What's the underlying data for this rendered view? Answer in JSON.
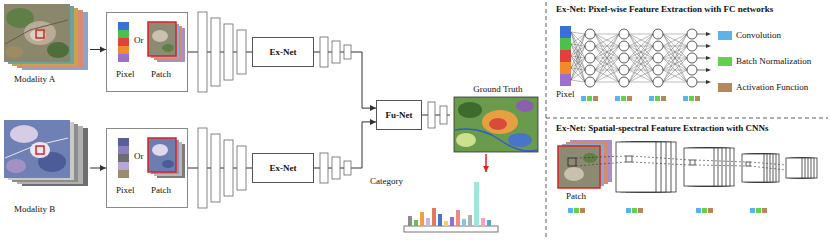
{
  "diagram": {
    "nodes": [
      {
        "text": [
          "Modality A"
        ]
      },
      {
        "text": [
          "Pixel",
          "Or",
          "Patch"
        ]
      },
      {
        "text": [
          "Ex-Net"
        ]
      },
      {
        "text": [
          "Modality B"
        ]
      },
      {
        "text": [
          "Pixel",
          "Or",
          "Patch"
        ]
      },
      {
        "text": [
          "Ex-Net"
        ]
      },
      {
        "text": [
          "Fu-Net"
        ]
      },
      {
        "text": [
          "Ground Truth"
        ]
      },
      {
        "text": [
          "Category"
        ]
      },
      {
        "text": [
          "Ex-Net: Pixel-wise Feature Extraction with FC networks"
        ]
      },
      {
        "text": [
          "Ex-Net: Spatial-spectral Feature Extraction with CNNs"
        ]
      }
    ],
    "edges": [
      {
        "from": 0,
        "to": 1,
        "arrow": "to"
      },
      {
        "from": 1,
        "to": 2,
        "arrow": "none"
      },
      {
        "from": 3,
        "to": 4,
        "arrow": "to"
      },
      {
        "from": 4,
        "to": 5,
        "arrow": "none"
      },
      {
        "from": 2,
        "to": 6,
        "arrow": "to"
      },
      {
        "from": 5,
        "to": 6,
        "arrow": "to"
      },
      {
        "from": 6,
        "to": 7,
        "arrow": "none"
      },
      {
        "from": 7,
        "to": 8,
        "arrow": "to"
      }
    ],
    "labels": [
      "Pixel",
      "Patch"
    ],
    "legend": [
      {
        "text": "Convolution",
        "color": "#5cb3e8"
      },
      {
        "text": "Batch Normalization",
        "color": "#63d24a"
      },
      {
        "text": "Activation Function",
        "color": "#b5875a"
      }
    ]
  }
}
